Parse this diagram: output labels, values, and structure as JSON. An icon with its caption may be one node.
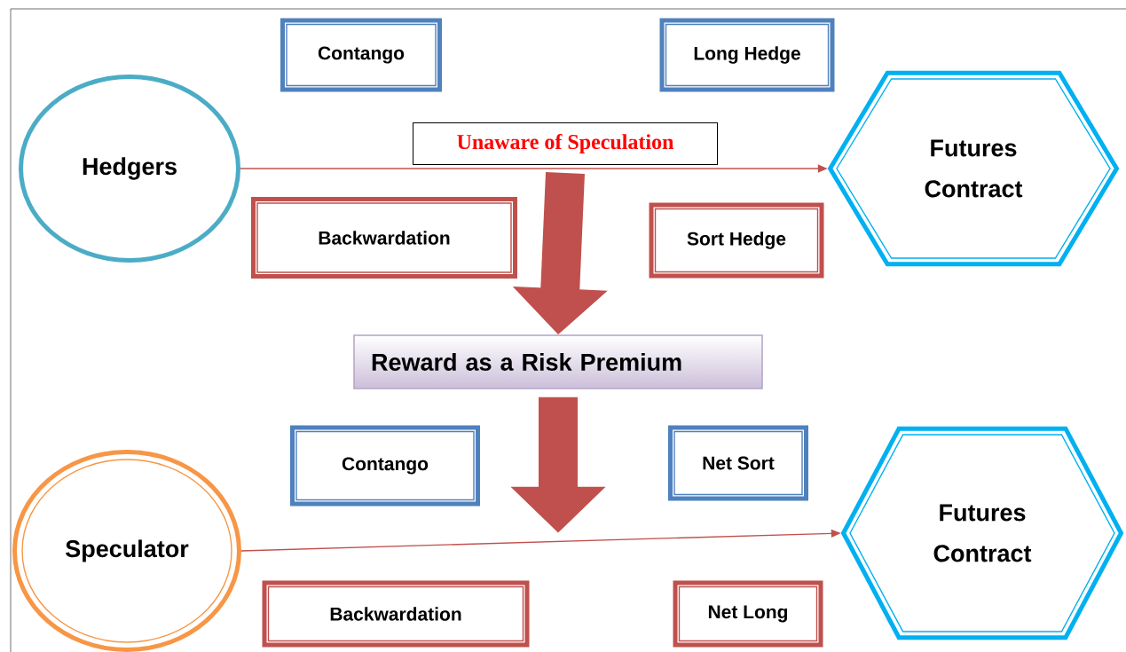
{
  "diagram": {
    "nodes": [
      {
        "text": [
          "Contango"
        ]
      },
      {
        "text": [
          "Long Hedge"
        ]
      },
      {
        "text": [
          "Hedgers"
        ]
      },
      {
        "text": [
          "Unaware of Speculation"
        ]
      },
      {
        "text": [
          "Futures Contract"
        ]
      },
      {
        "text": [
          "Backwardation"
        ]
      },
      {
        "text": [
          "Sort Hedge"
        ]
      },
      {
        "text": [
          "Reward as a Risk Premium"
        ]
      },
      {
        "text": [
          "Contango"
        ]
      },
      {
        "text": [
          "Net Sort"
        ]
      },
      {
        "text": [
          "Speculator"
        ]
      },
      {
        "text": [
          "Futures Contract"
        ]
      },
      {
        "text": [
          "Backwardation"
        ]
      },
      {
        "text": [
          "Net Long"
        ]
      }
    ],
    "edges": [
      {
        "from": 2,
        "to": 4,
        "arrow": "to"
      },
      {
        "from": 3,
        "to": 7,
        "arrow": "to",
        "style": "thick"
      },
      {
        "from": 7,
        "to": null,
        "arrow": "to",
        "style": "thick"
      },
      {
        "from": 10,
        "to": 11,
        "arrow": "to"
      }
    ]
  }
}
